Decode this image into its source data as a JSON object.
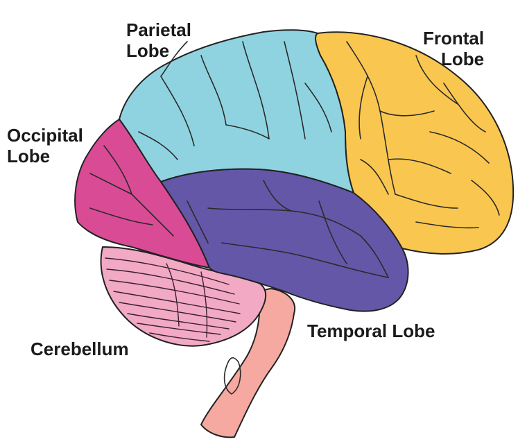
{
  "labels": {
    "parietal": [
      "Parietal",
      "Lobe"
    ],
    "frontal": [
      "Frontal",
      "Lobe"
    ],
    "occipital": [
      "Occipital",
      "Lobe"
    ],
    "temporal": "Temporal Lobe",
    "cerebellum": "Cerebellum"
  },
  "colors": {
    "frontal": "#F9C74F",
    "parietal": "#8FD3E0",
    "occipital": "#D94C95",
    "temporal": "#6457A8",
    "cerebellum": "#F2A9C4",
    "brainstem": "#F5A9A0"
  }
}
